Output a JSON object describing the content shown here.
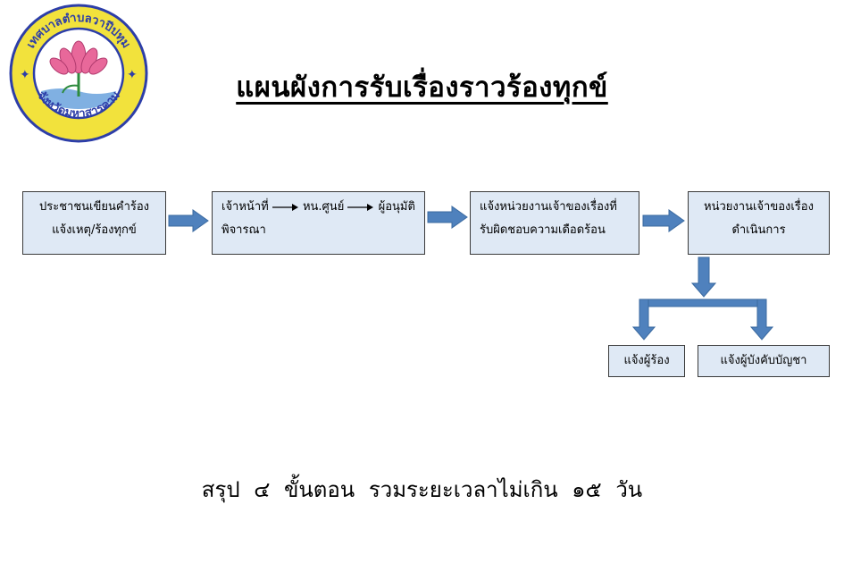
{
  "logo": {
    "top_text": "เทศบาลตำบลวาปีปทุม",
    "bottom_text": "จังหวัดมหาสารคาม",
    "colors": {
      "outer": "#f2e23c",
      "ring": "#2d3ea8",
      "lotus": "#e8689a",
      "water": "#4a8fd6"
    }
  },
  "title": "แผนผังการรับเรื่องราวร้องทุกข์",
  "steps": {
    "step1": {
      "line1": "ประชาชนเขียนคำร้อง",
      "line2": "แจ้งเหตุ/ร้องทุกข์"
    },
    "step2": {
      "part1": "เจ้าหน้าที่",
      "part2": "หน.ศูนย์",
      "part3": "ผู้อนุมัติ",
      "line2": "พิจารณา"
    },
    "step3": {
      "line1": "แจ้งหน่วยงานเจ้าของเรื่องที่",
      "line2": "รับผิดชอบความเดือดร้อน"
    },
    "step4": {
      "line1": "หน่วยงานเจ้าของเรื่อง",
      "line2": "ดำเนินการ"
    },
    "notify_complainant": "แจ้งผู้ร้อง",
    "notify_commander": "แจ้งผู้บังคับบัญชา"
  },
  "summary": "สรุป ๔ ขั้นตอน รวมระยะเวลาไม่เกิน ๑๕ วัน",
  "colors": {
    "box_fill": "#dfe9f5",
    "arrow": "#4f81bd",
    "arrow_stroke": "#3b6aa0"
  }
}
